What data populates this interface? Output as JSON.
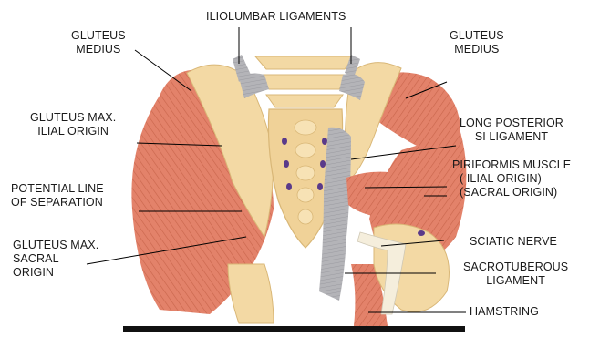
{
  "labels": {
    "iliolumbar": [
      "ILIOLUMBAR LIGAMENTS"
    ],
    "gluteus_medius_left": [
      "GLUTEUS",
      "MEDIUS"
    ],
    "gluteus_medius_right": [
      "GLUTEUS",
      "MEDIUS"
    ],
    "gluteus_max_ilial": [
      "GLUTEUS MAX.",
      "ILIAL ORIGIN"
    ],
    "potential_line": [
      "POTENTIAL LINE",
      "OF SEPARATION"
    ],
    "gluteus_max_sacral": [
      "GLUTEUS MAX.",
      "SACRAL",
      "ORIGIN"
    ],
    "long_posterior": [
      "LONG POSTERIOR",
      "SI LIGAMENT"
    ],
    "piriformis": [
      "PIRIFORMIS MUSCLE",
      "( ILIAL ORIGIN)",
      "(SACRAL ORIGIN)"
    ],
    "sciatic": [
      "SCIATIC NERVE"
    ],
    "sacrotuberous": [
      "SACROTUBEROUS",
      "LIGAMENT"
    ],
    "hamstring": [
      "HAMSTRING"
    ]
  },
  "colors": {
    "muscle": "#e07a5c",
    "muscle_dark": "#c85a3e",
    "bone": "#f3d9a4",
    "bone_edge": "#d9b777",
    "ligament": "#a8a8ad",
    "nerve": "#f5eedc",
    "foramen": "#5a3a8a"
  }
}
